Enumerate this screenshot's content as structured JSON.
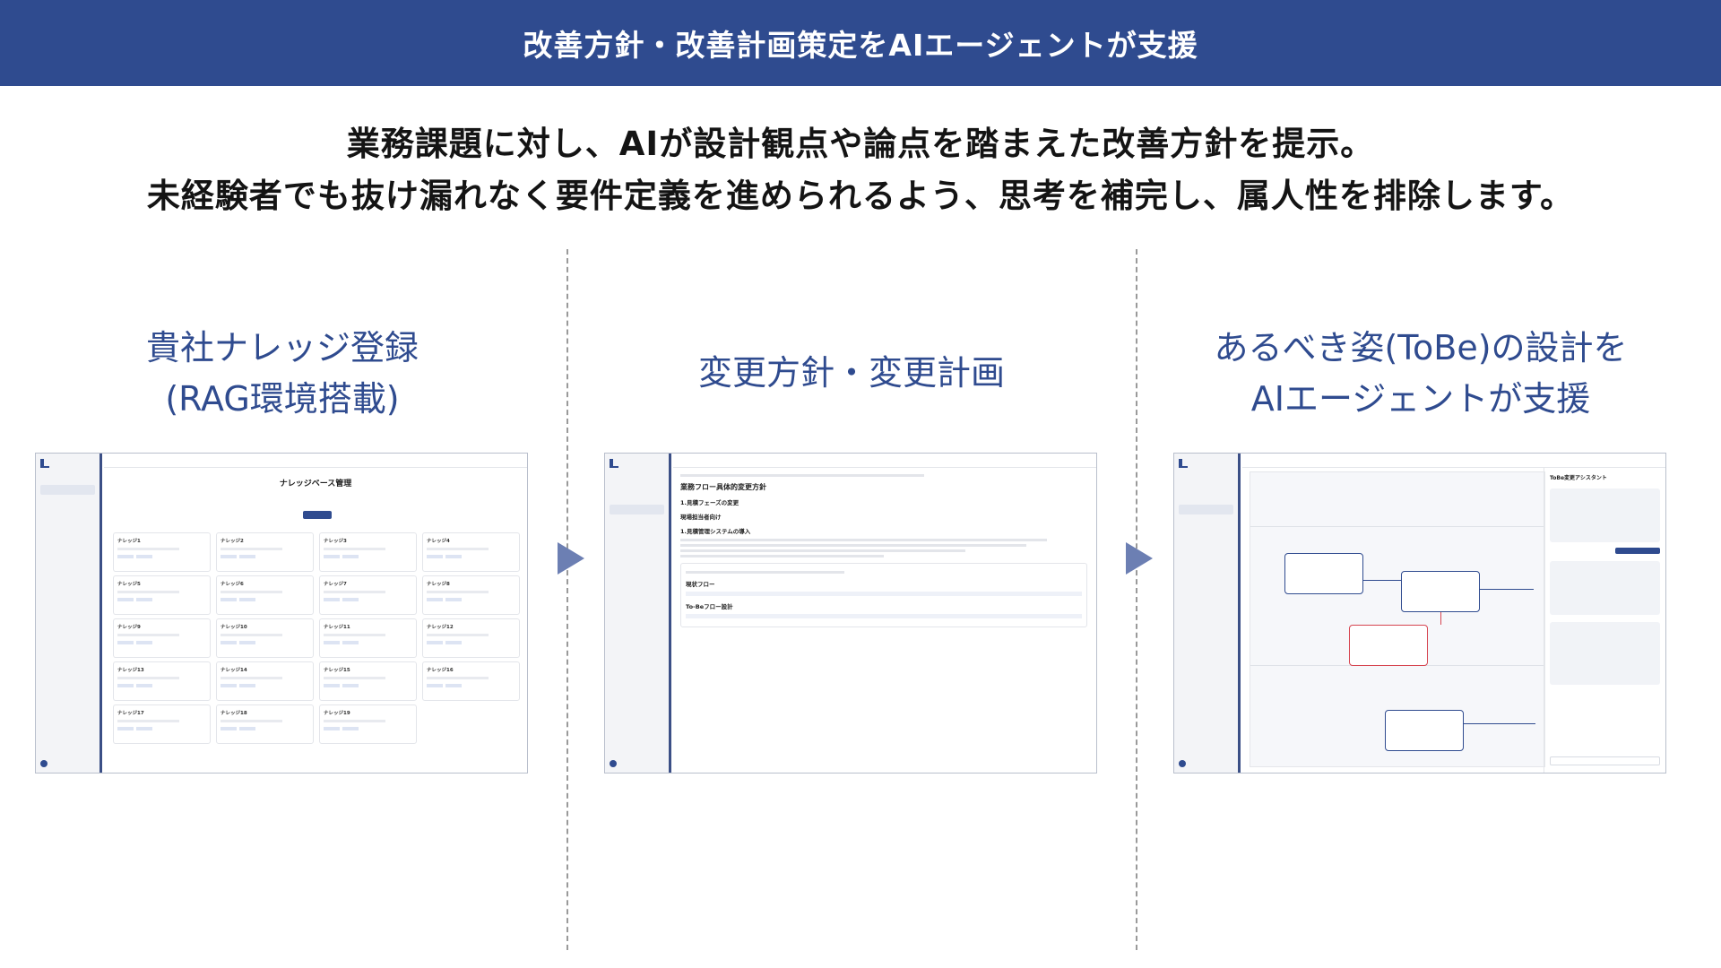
{
  "banner": {
    "title": "改善方針・改善計画策定をAIエージェントが支援"
  },
  "lead": {
    "line1": "業務課題に対し、AIが設計観点や論点を踏まえた改善方針を提示。",
    "line2": "未経験者でも抜け漏れなく要件定義を進められるよう、思考を補完し、属人性を排除します。"
  },
  "columns": [
    {
      "heading_line1": "貴社ナレッジ登録",
      "heading_line2": "(RAG環境搭載)"
    },
    {
      "heading_line1": "変更方針・変更計画",
      "heading_line2": ""
    },
    {
      "heading_line1": "あるべき姿(ToBe)の設計を",
      "heading_line2": "AIエージェントが支援"
    }
  ],
  "shot1": {
    "title": "ナレッジベース管理",
    "cards": [
      "ナレッジ1",
      "ナレッジ2",
      "ナレッジ3",
      "ナレッジ4",
      "ナレッジ5",
      "ナレッジ6",
      "ナレッジ7",
      "ナレッジ8",
      "ナレッジ9",
      "ナレッジ10",
      "ナレッジ11",
      "ナレッジ12",
      "ナレッジ13",
      "ナレッジ14",
      "ナレッジ15",
      "ナレッジ16",
      "ナレッジ17",
      "ナレッジ18",
      "ナレッジ19"
    ]
  },
  "shot2": {
    "title": "業務フロー具体的変更方針",
    "section": "1.見積フェーズの変更",
    "subsection": "現場担当者向け",
    "item": "1.見積管理システムの導入",
    "flow_current": "現状フロー",
    "flow_tobe": "To-Beフロー設計"
  },
  "shot3": {
    "assistant_title": "ToBe変更アシスタント"
  }
}
